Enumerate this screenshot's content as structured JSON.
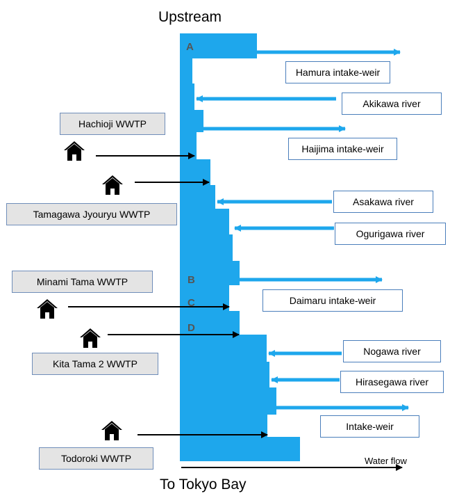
{
  "title_top": "Upstream",
  "title_bottom": "To Tokyo Bay",
  "flow_label": "Water flow",
  "points": [
    "A",
    "B",
    "C",
    "D"
  ],
  "right_labels": {
    "hamura": "Hamura intake-weir",
    "akikawa": "Akikawa river",
    "haijima": "Haijima intake-weir",
    "asakawa": "Asakawa river",
    "ogurigawa": "Ogurigawa river",
    "daimaru": "Daimaru intake-weir",
    "nogawa": "Nogawa river",
    "hirasegawa": "Hirasegawa river",
    "intake": "Intake-weir"
  },
  "wwtp_labels": {
    "hachioji": "Hachioji WWTP",
    "tamagawa": "Tamagawa Jyouryu WWTP",
    "minami": "Minami Tama WWTP",
    "kitatama": "Kita Tama 2 WWTP",
    "todoroki": "Todoroki WWTP"
  },
  "colors": {
    "river": "#1ea7ec",
    "arrow": "#000000",
    "label_border": "#4a7ebb",
    "wwtp_fill": "#e4e4e4"
  },
  "icons": [
    "house-icon"
  ]
}
